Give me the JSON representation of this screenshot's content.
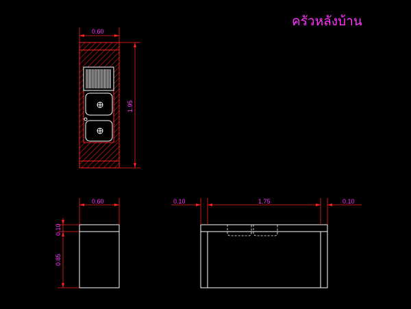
{
  "title": "ครัวหลังบ้าน",
  "plan": {
    "width_label": "0.60",
    "length_label": "1.95"
  },
  "side_elevation": {
    "width_label": "0.60",
    "top_label": "0.10",
    "height_label": "0.85"
  },
  "front_elevation": {
    "left_label": "0.10",
    "span_label": "1.75",
    "right_label": "0.10"
  },
  "colors": {
    "background": "#000000",
    "text": "#ff33ff",
    "dimension": "#ff2020",
    "object": "#ffffff",
    "hatch": "#c01818"
  }
}
